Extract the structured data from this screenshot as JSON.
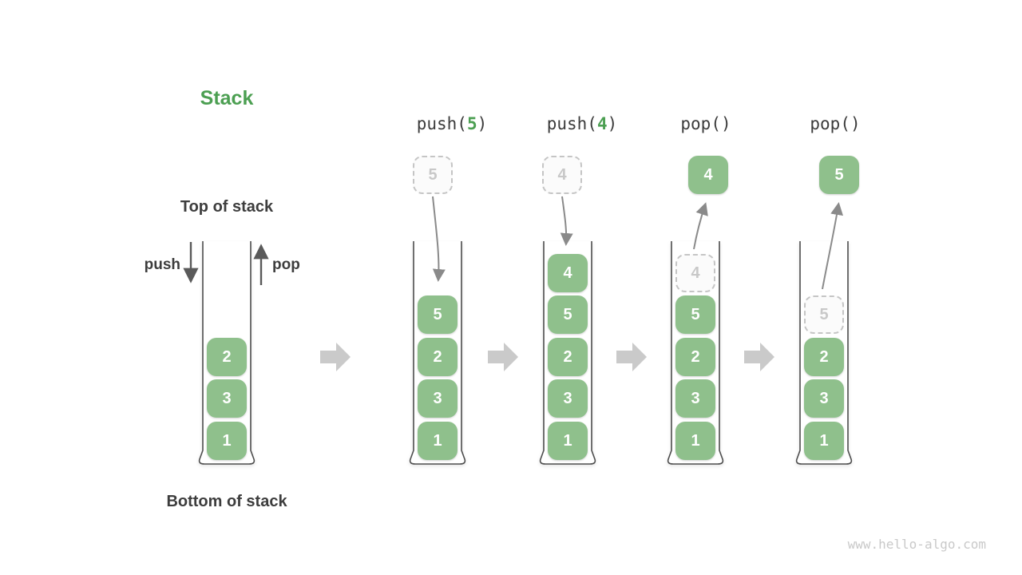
{
  "title": "Stack",
  "legend": {
    "top_label": "Top of stack",
    "bottom_label": "Bottom of stack",
    "push_label": "push",
    "pop_label": "pop"
  },
  "watermark": "www.hello-algo.com",
  "colors": {
    "box_green": "#8FC08C",
    "accent_green": "#4C9F52",
    "curve_arrow_gray": "#8a8a8a",
    "block_arrow_gray": "#cacaca",
    "text_dark": "#3d3d3d",
    "ghost_border": "#c5c5c5",
    "ghost_text": "#c8c8c8",
    "container_stroke": "#4d4d4d"
  },
  "operations": [
    {
      "pre": "push(",
      "num": "5",
      "post": ")"
    },
    {
      "pre": "push(",
      "num": "4",
      "post": ")"
    },
    {
      "pre": "pop()",
      "num": "",
      "post": ""
    },
    {
      "pre": "pop()",
      "num": "",
      "post": ""
    }
  ],
  "base_stack": {
    "values": [
      "2",
      "3",
      "1"
    ]
  },
  "op_stacks": [
    {
      "floating": {
        "style": "ghost",
        "value": "5"
      },
      "values": [
        "5",
        "2",
        "3",
        "1"
      ]
    },
    {
      "floating": {
        "style": "ghost",
        "value": "4"
      },
      "values": [
        "4",
        "5",
        "2",
        "3",
        "1"
      ]
    },
    {
      "floating": {
        "style": "solid",
        "value": "4"
      },
      "stack_ghost": "4",
      "values": [
        "5",
        "2",
        "3",
        "1"
      ]
    },
    {
      "floating": {
        "style": "solid",
        "value": "5"
      },
      "stack_ghost": "5",
      "values": [
        "2",
        "3",
        "1"
      ]
    }
  ]
}
